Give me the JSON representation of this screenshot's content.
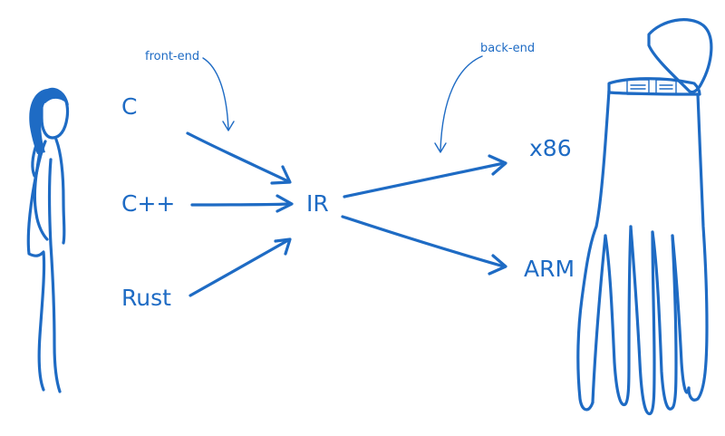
{
  "languages": {
    "c": "C",
    "cpp": "C++",
    "rust": "Rust"
  },
  "ir": "IR",
  "targets": {
    "x86": "x86",
    "arm": "ARM"
  },
  "annotations": {
    "front_end": "front-end",
    "back_end": "back-end"
  },
  "colors": {
    "ink": "#1e6bc4"
  },
  "icons": {
    "person": "person-figure-icon",
    "machine": "octopus-machine-icon"
  }
}
